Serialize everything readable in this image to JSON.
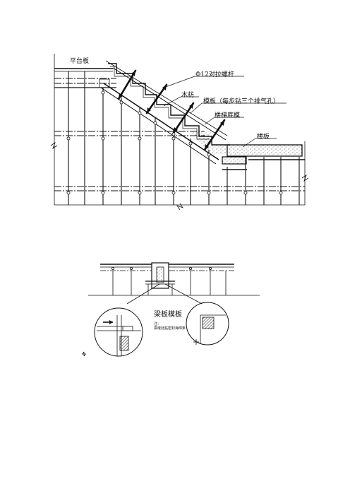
{
  "stair_section": {
    "platform_slab": "平台板",
    "tie_bolt": "Φ12对拉螺杆",
    "timber_purlin": "木枋",
    "formwork_vent": "模板（每步钻三个排气孔）",
    "stair_bottom_form": "楼梯底模",
    "floor_slab": "楼板"
  },
  "beam_detail": {
    "title": "梁板模板",
    "note_line1": "注：",
    "note_line2": "拼缝处贴密封海绵条"
  },
  "colors": {
    "line": "#111111",
    "hatch": "#444444",
    "concrete_dot": "#555555"
  }
}
